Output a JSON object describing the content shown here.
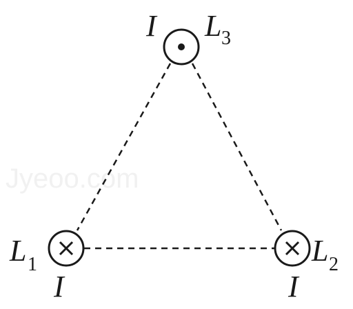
{
  "wires": {
    "L1": {
      "name": "L",
      "subscript": "1",
      "current": "I",
      "direction": "into-page"
    },
    "L2": {
      "name": "L",
      "subscript": "2",
      "current": "I",
      "direction": "into-page"
    },
    "L3": {
      "name": "L",
      "subscript": "3",
      "current": "I",
      "direction": "out-of-page"
    }
  },
  "watermark": "Jyeoo.com",
  "colors": {
    "ink": "#1a1a1a",
    "watermark": "#f1f1f1"
  }
}
